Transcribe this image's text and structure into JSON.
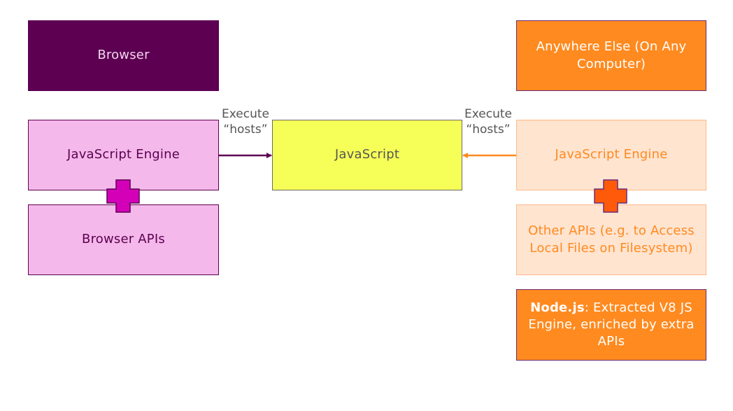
{
  "browser": {
    "label": "Browser"
  },
  "anywhere": {
    "label": "Anywhere Else (On Any Computer)"
  },
  "left": {
    "engine": "JavaScript Engine",
    "apis": "Browser APIs",
    "execute": "Execute",
    "hosts": "“hosts”"
  },
  "center": {
    "label": "JavaScript"
  },
  "right": {
    "engine": "JavaScript Engine",
    "apis": "Other APIs (e.g. to Access Local Files on Filesystem)",
    "execute": "Execute",
    "hosts": "“hosts”"
  },
  "nodejs": {
    "bold": "Node.js",
    "text": ": Extracted V8 JS Engine, enriched by extra APIs"
  },
  "colors": {
    "browser_dark": "#5d0052",
    "browser_light": "#f4b9ea",
    "plus_left": "#d400b8",
    "orange": "#ff8a1f",
    "orange_light": "#ffe4d0",
    "plus_right": "#ff5a0a",
    "js_yellow": "#f6ff57"
  },
  "icons": {
    "plus_left": "plus-icon",
    "plus_right": "plus-icon",
    "arrow_left": "arrow-right-icon",
    "arrow_right": "arrow-left-icon"
  }
}
